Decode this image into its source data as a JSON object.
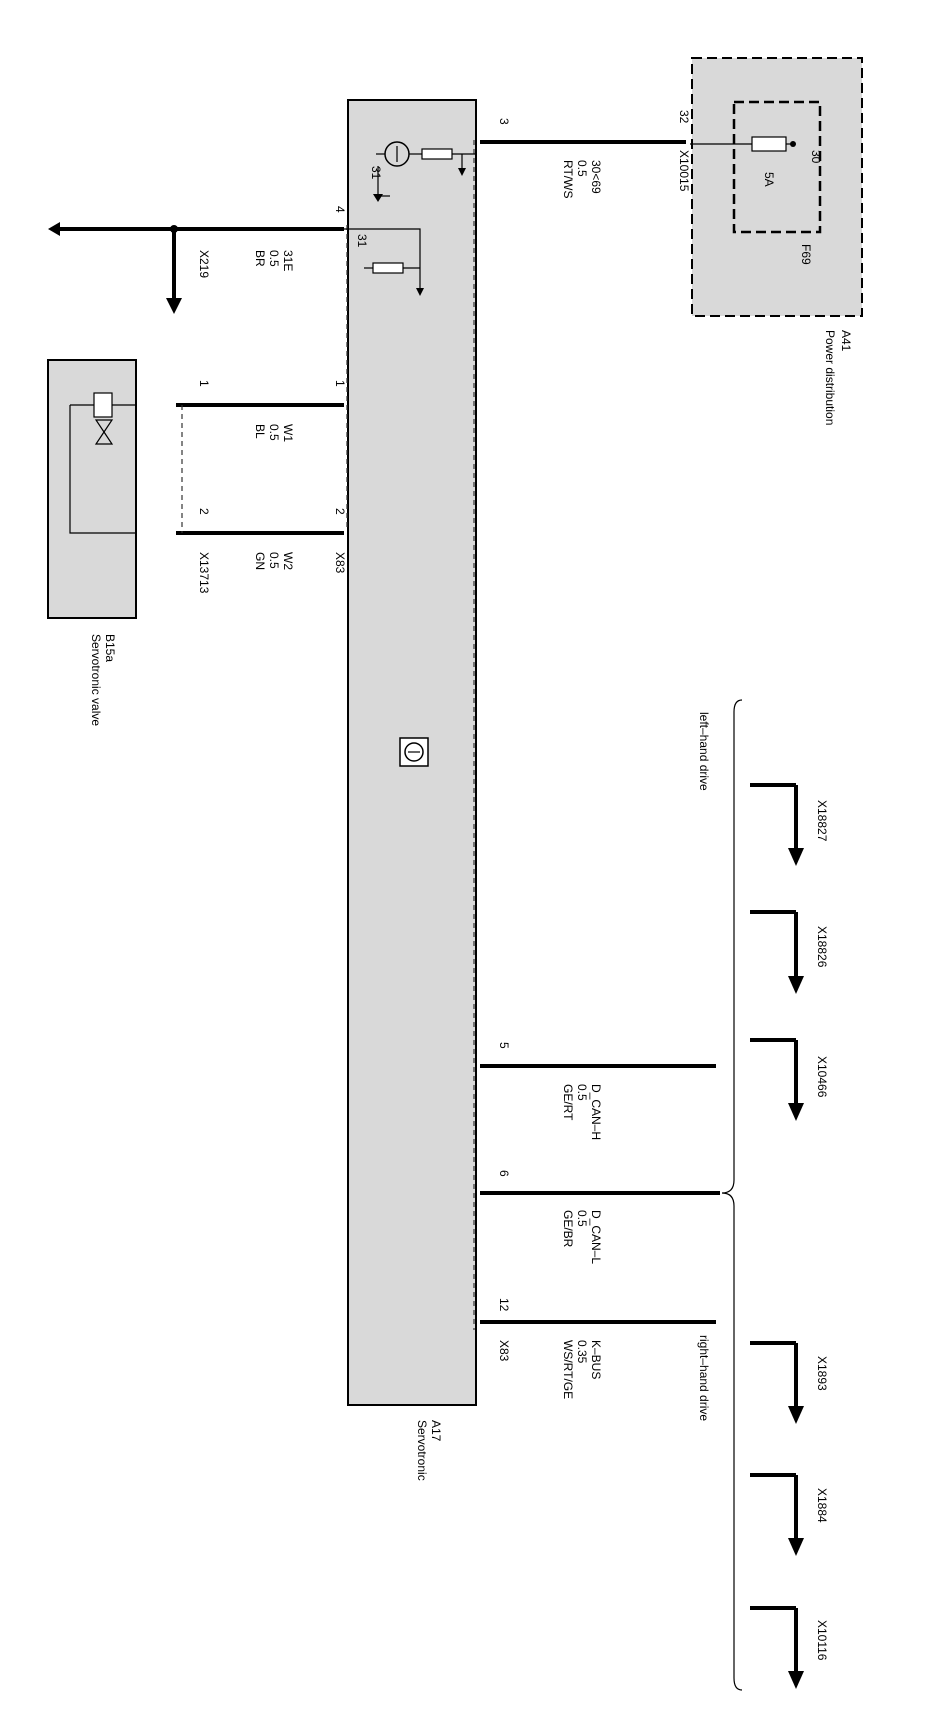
{
  "components": {
    "a41": {
      "id": "A41",
      "name": "Power distribution",
      "fuse_id": "F69",
      "fuse_rating": "5A",
      "pin_in": "30",
      "pin_out": "32",
      "connector": "X10015"
    },
    "a17": {
      "id": "A17",
      "name": "Servotronic",
      "ground_label_1": "31",
      "ground_label_2": "31",
      "connector": "X83"
    },
    "b15a": {
      "id": "B15a",
      "name": "Servotronic valve",
      "connector": "X13713",
      "pin1": "1",
      "pin2": "2"
    }
  },
  "wires": {
    "w3": {
      "pin": "3",
      "signal": "30<69",
      "gauge": "0.5",
      "color": "RT/WS"
    },
    "w4": {
      "pin": "4",
      "signal": "31E",
      "gauge": "0.5",
      "color": "BR",
      "connector": "X219"
    },
    "w1": {
      "pin": "1",
      "signal": "W1",
      "gauge": "0.5",
      "color": "BL"
    },
    "w2": {
      "pin": "2",
      "signal": "W2",
      "gauge": "0.5",
      "color": "GN"
    },
    "w5": {
      "pin": "5",
      "signal": "D_CAN–H",
      "gauge": "0.5",
      "color": "GE/RT"
    },
    "w6": {
      "pin": "6",
      "signal": "D_CAN–L",
      "gauge": "0.5",
      "color": "GE/BR"
    },
    "w12": {
      "pin": "12",
      "signal": "K–BUS",
      "gauge": "0.35",
      "color": "WS/RT/GE"
    }
  },
  "groups": {
    "lhd": {
      "label": "left–hand drive",
      "connectors": [
        "X18827",
        "X18826",
        "X10466"
      ]
    },
    "rhd": {
      "label": "right–hand drive",
      "connectors": [
        "X1893",
        "X1884",
        "X10116"
      ]
    }
  }
}
